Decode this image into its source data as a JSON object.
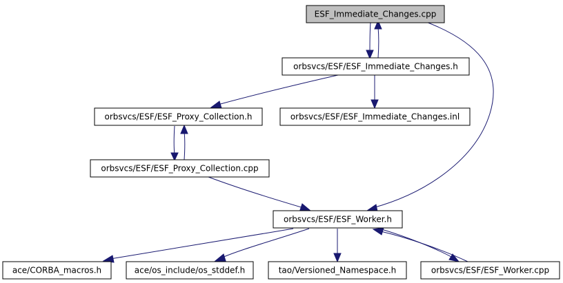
{
  "colors": {
    "root_fill": "#bfbfbf",
    "node_fill": "#ffffff",
    "node_stroke": "#000000",
    "edge": "#191970"
  },
  "nodes": {
    "root": "ESF_Immediate_Changes.cpp",
    "immediate_changes_h": "orbsvcs/ESF/ESF_Immediate_Changes.h",
    "proxy_collection_h": "orbsvcs/ESF/ESF_Proxy_Collection.h",
    "immediate_changes_inl": "orbsvcs/ESF/ESF_Immediate_Changes.inl",
    "proxy_collection_cpp": "orbsvcs/ESF/ESF_Proxy_Collection.cpp",
    "worker_h": "orbsvcs/ESF/ESF_Worker.h",
    "corba_macros_h": "ace/CORBA_macros.h",
    "os_stddef_h": "ace/os_include/os_stddef.h",
    "versioned_namespace_h": "tao/Versioned_Namespace.h",
    "worker_cpp": "orbsvcs/ESF/ESF_Worker.cpp"
  }
}
